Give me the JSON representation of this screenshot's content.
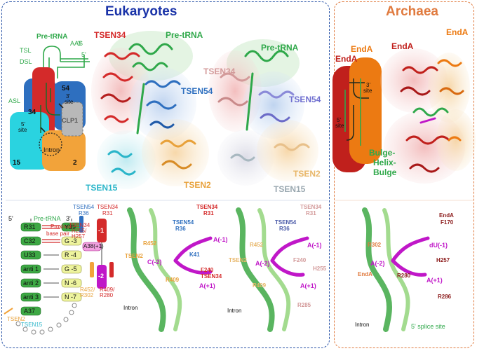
{
  "panels": {
    "eukaryotes_title": "Eukaryotes",
    "archaea_title": "Archaea"
  },
  "schematic": {
    "pre_trna": "Pre-tRNA",
    "tsl": "TSL",
    "aas": "AAS",
    "dsl": "DSL",
    "asl": "ASL",
    "three_prime": "3'",
    "five_prime": "5'",
    "site3_num": "3'",
    "site3_word": "site",
    "site5_num": "5'",
    "site5_word": "site",
    "n54": "54",
    "n34": "34",
    "n15": "15",
    "n2": "2",
    "intron": "Intron",
    "clp1": "CLP1"
  },
  "structures": {
    "tsen34": "TSEN34",
    "pre_trna": "Pre-tRNA",
    "tsen54": "TSEN54",
    "tsen15": "TSEN15",
    "tsen2": "TSEN2",
    "tsen34_b": "TSEN34",
    "tsen54_b": "TSEN54",
    "tsen2_b": "TSEN2",
    "tsen15_b": "TSEN15"
  },
  "archaea": {
    "endA_left": "EndA",
    "endA_mid": "EndA",
    "endA_top_right": "EndA",
    "endA_red": "EndA",
    "site3_num": "3'",
    "site3_word": "site",
    "site5_num": "5'",
    "site5_word": "site",
    "bhb_1": "Bulge-",
    "bhb_2": "Helix-",
    "bhb_3": "Bulge"
  },
  "pairing": {
    "five": "5'",
    "three": "3'",
    "pre_trna": "Pre-tRNA",
    "proximal1": "Proximal",
    "proximal2": "base pair",
    "r31": "R31",
    "y39": "Y39",
    "c32": "C32",
    "g3": "G -3",
    "u33": "U33",
    "r4": "R -4",
    "anti1": "anti 1",
    "g5": "G -5",
    "anti2": "anti 2",
    "n6": "N -6",
    "anti3": "anti 3",
    "n7": "N -7",
    "a37": "A37",
    "a38": "A38(+1)",
    "tsen54": "TSEN54",
    "r36": "R36",
    "tsen34": "TSEN34",
    "r31b": "R31",
    "tsen34b": "TSEN34",
    "h255": "H255/",
    "h257": "H257",
    "m1": "-1",
    "m2": "-2",
    "r452": "R452/",
    "r302": "R302",
    "r409": "R409/",
    "r280": "R280",
    "tsen2": "TSEN2",
    "tsen15": "TSEN15"
  },
  "detail1": {
    "tsen34": "TSEN34",
    "r31": "R31",
    "tsen54": "TSEN54",
    "r36": "R36",
    "a_m1": "A(-1)",
    "r452": "R452",
    "tsen2": "TSEN2",
    "c_m2": "C(-2)",
    "k41": "K41",
    "f240": "F240",
    "tsen34b": "TSEN34",
    "r409": "R409",
    "a_p1": "A(+1)",
    "intron": "Intron"
  },
  "detail2": {
    "tsen34": "TSEN34",
    "r31": "R31",
    "tsen54": "TSEN54",
    "r36": "R36",
    "r452": "R452",
    "a_m1": "A(-1)",
    "tsen2": "TSEN2",
    "a_m2": "A(-2)",
    "f240": "F240",
    "h255": "H255",
    "r409": "R409",
    "a_p1": "A(+1)",
    "r285": "R285",
    "intron": "Intron"
  },
  "detail3": {
    "enda": "EndA",
    "f170": "F170",
    "r302": "R302",
    "du": "dU(-1)",
    "a_m2": "A(-2)",
    "h257": "H257",
    "enda_b": "EndA",
    "r280": "R280",
    "a_p1": "A(+1)",
    "r286": "R286",
    "intron": "Intron",
    "splice": "5' splice site"
  },
  "colors": {
    "blue_title": "#1a33a8",
    "orange_title": "#e07a3e",
    "tsen34": "#d42a2a",
    "tsen54": "#2e6fbf",
    "tsen15": "#2ab5c9",
    "tsen2": "#e8a13a",
    "rna": "#2fa84a",
    "magenta": "#c017c8"
  }
}
